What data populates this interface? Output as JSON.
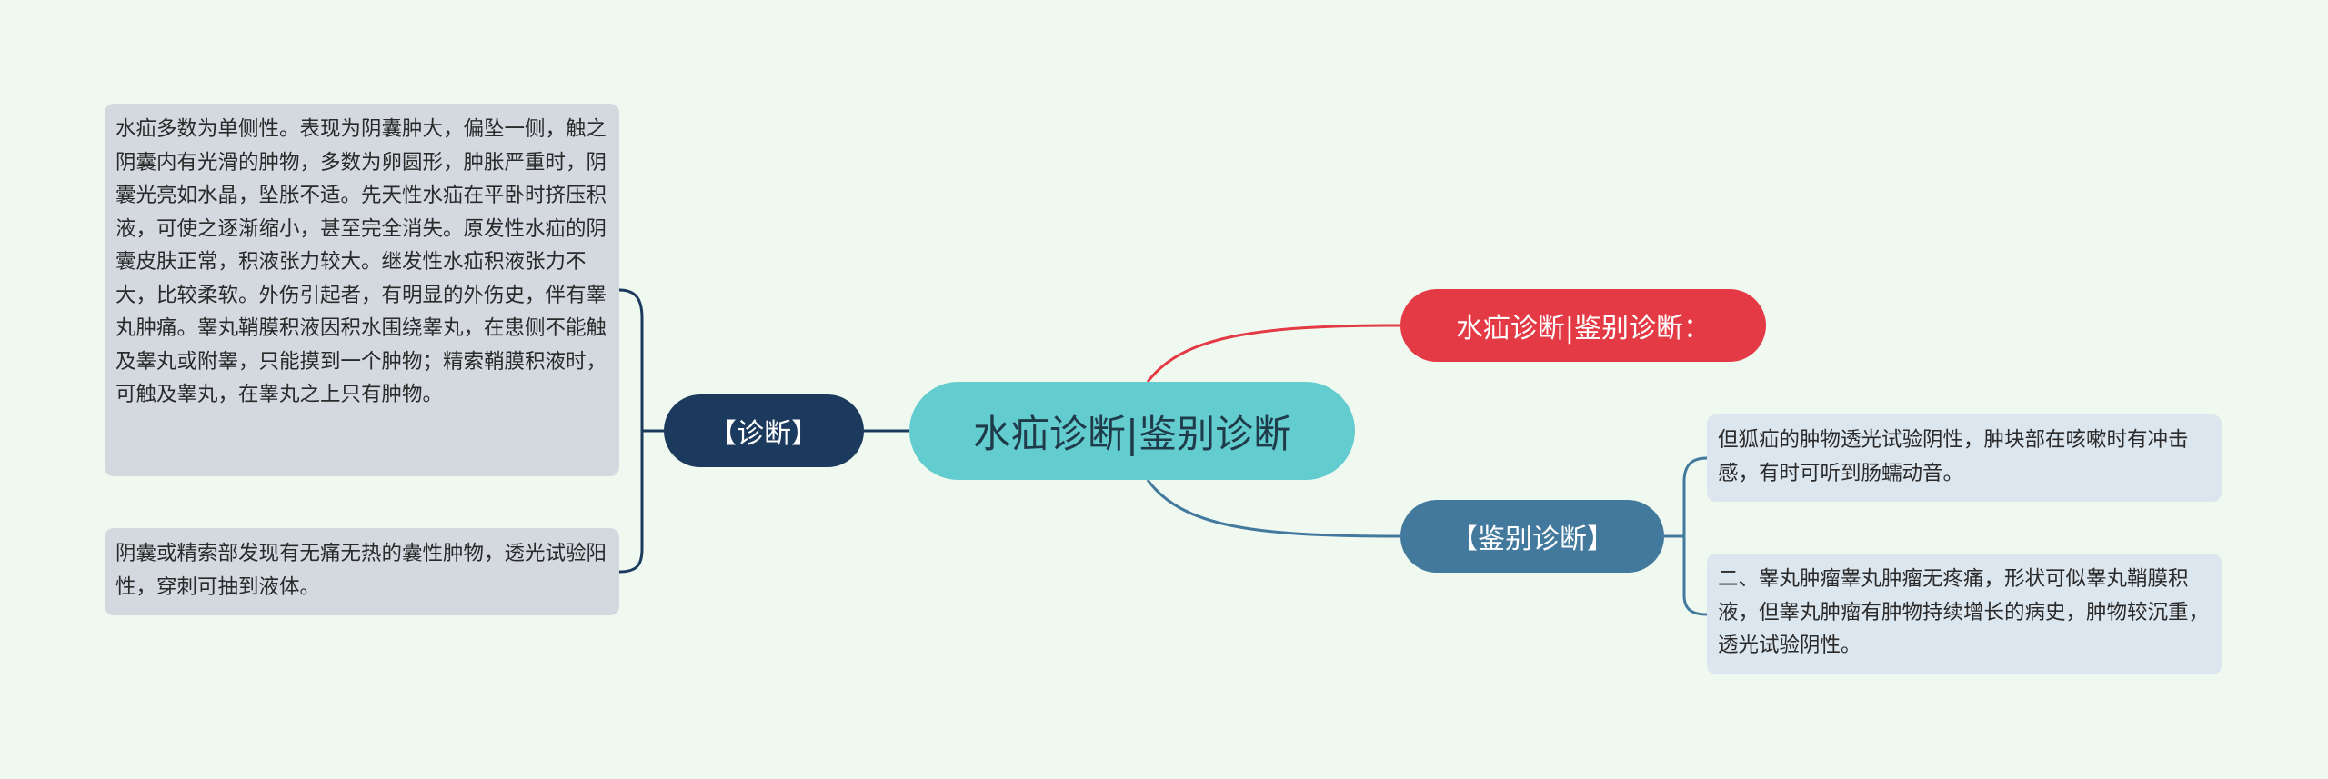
{
  "mindmap": {
    "root": {
      "label": "水疝诊断|鉴别诊断"
    },
    "branches": {
      "summary": {
        "label": "水疝诊断|鉴别诊断："
      },
      "diagnosis": {
        "label": "【诊断】",
        "leaves": [
          {
            "text": "水疝多数为单侧性。表现为阴囊肿大，偏坠一侧，触之阴囊内有光滑的肿物，多数为卵圆形，肿胀严重时，阴囊光亮如水晶，坠胀不适。先天性水疝在平卧时挤压积液，可使之逐渐缩小，甚至完全消失。原发性水疝的阴囊皮肤正常，积液张力较大。继发性水疝积液张力不大，比较柔软。外伤引起者，有明显的外伤史，伴有睾丸肿痛。睾丸鞘膜积液因积水围绕睾丸，在患侧不能触及睾丸或附睾，只能摸到一个肿物；精索鞘膜积液时，可触及睾丸，在睾丸之上只有肿物。"
          },
          {
            "text": "阴囊或精索部发现有无痛无热的囊性肿物，透光试验阳性，穿刺可抽到液体。"
          }
        ]
      },
      "differential": {
        "label": "【鉴别诊断】",
        "leaves": [
          {
            "text": "但狐疝的肿物透光试验阴性，肿块部在咳嗽时有冲击感，有时可听到肠蠕动音。"
          },
          {
            "text": "二、睾丸肿瘤睾丸肿瘤无疼痛，形状可似睾丸鞘膜积液，但睾丸肿瘤有肿物持续增长的病史，肿物较沉重，透光试验阴性。"
          }
        ]
      }
    }
  },
  "colors": {
    "background": "#f0f9ef",
    "root": "#63ccce",
    "summary_branch": "#e43a45",
    "diagnosis_branch": "#1c3a5d",
    "differential_branch": "#43799c",
    "left_leaf": "#d4d9e0",
    "right_leaf": "#dce6ee"
  }
}
